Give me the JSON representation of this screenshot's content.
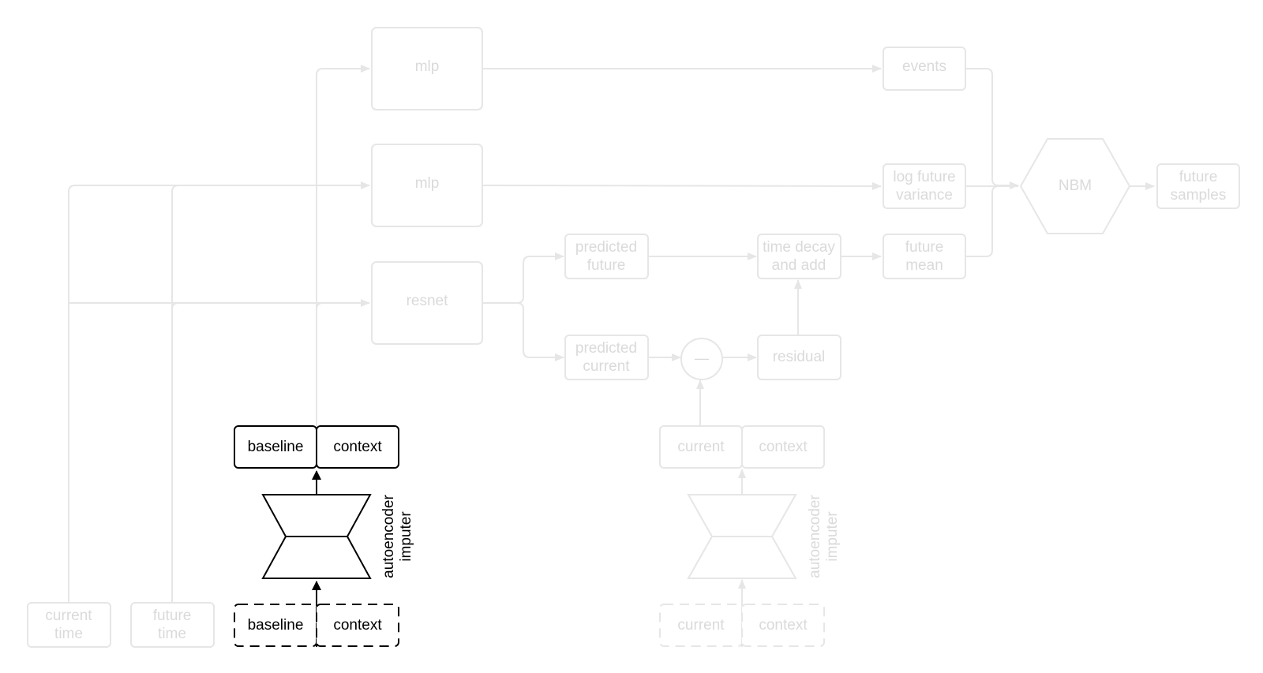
{
  "colors": {
    "faded": "#e6e6e6",
    "faded_text": "#dadada",
    "active": "#000000",
    "background": "#ffffff"
  },
  "nodes": {
    "mlp_top": "mlp",
    "mlp_mid": "mlp",
    "resnet": "resnet",
    "events": "events",
    "log_future_variance": [
      "log future",
      "variance"
    ],
    "future_mean": [
      "future",
      "mean"
    ],
    "nbm": "NBM",
    "future_samples": [
      "future",
      "samples"
    ],
    "predicted_future": [
      "predicted",
      "future"
    ],
    "predicted_current": [
      "predicted",
      "current"
    ],
    "time_decay": [
      "time decay",
      "and add"
    ],
    "residual": "residual",
    "minus": "—",
    "current_time": [
      "current",
      "time"
    ],
    "future_time": [
      "future",
      "time"
    ],
    "left_output_baseline": "baseline",
    "left_output_context": "context",
    "left_input_baseline": "baseline",
    "left_input_context": "context",
    "left_imputer_label": [
      "autoencoder",
      "imputer"
    ],
    "right_output_current": "current",
    "right_output_context": "context",
    "right_input_current": "current",
    "right_input_context": "context",
    "right_imputer_label": [
      "autoencoder",
      "imputer"
    ]
  }
}
